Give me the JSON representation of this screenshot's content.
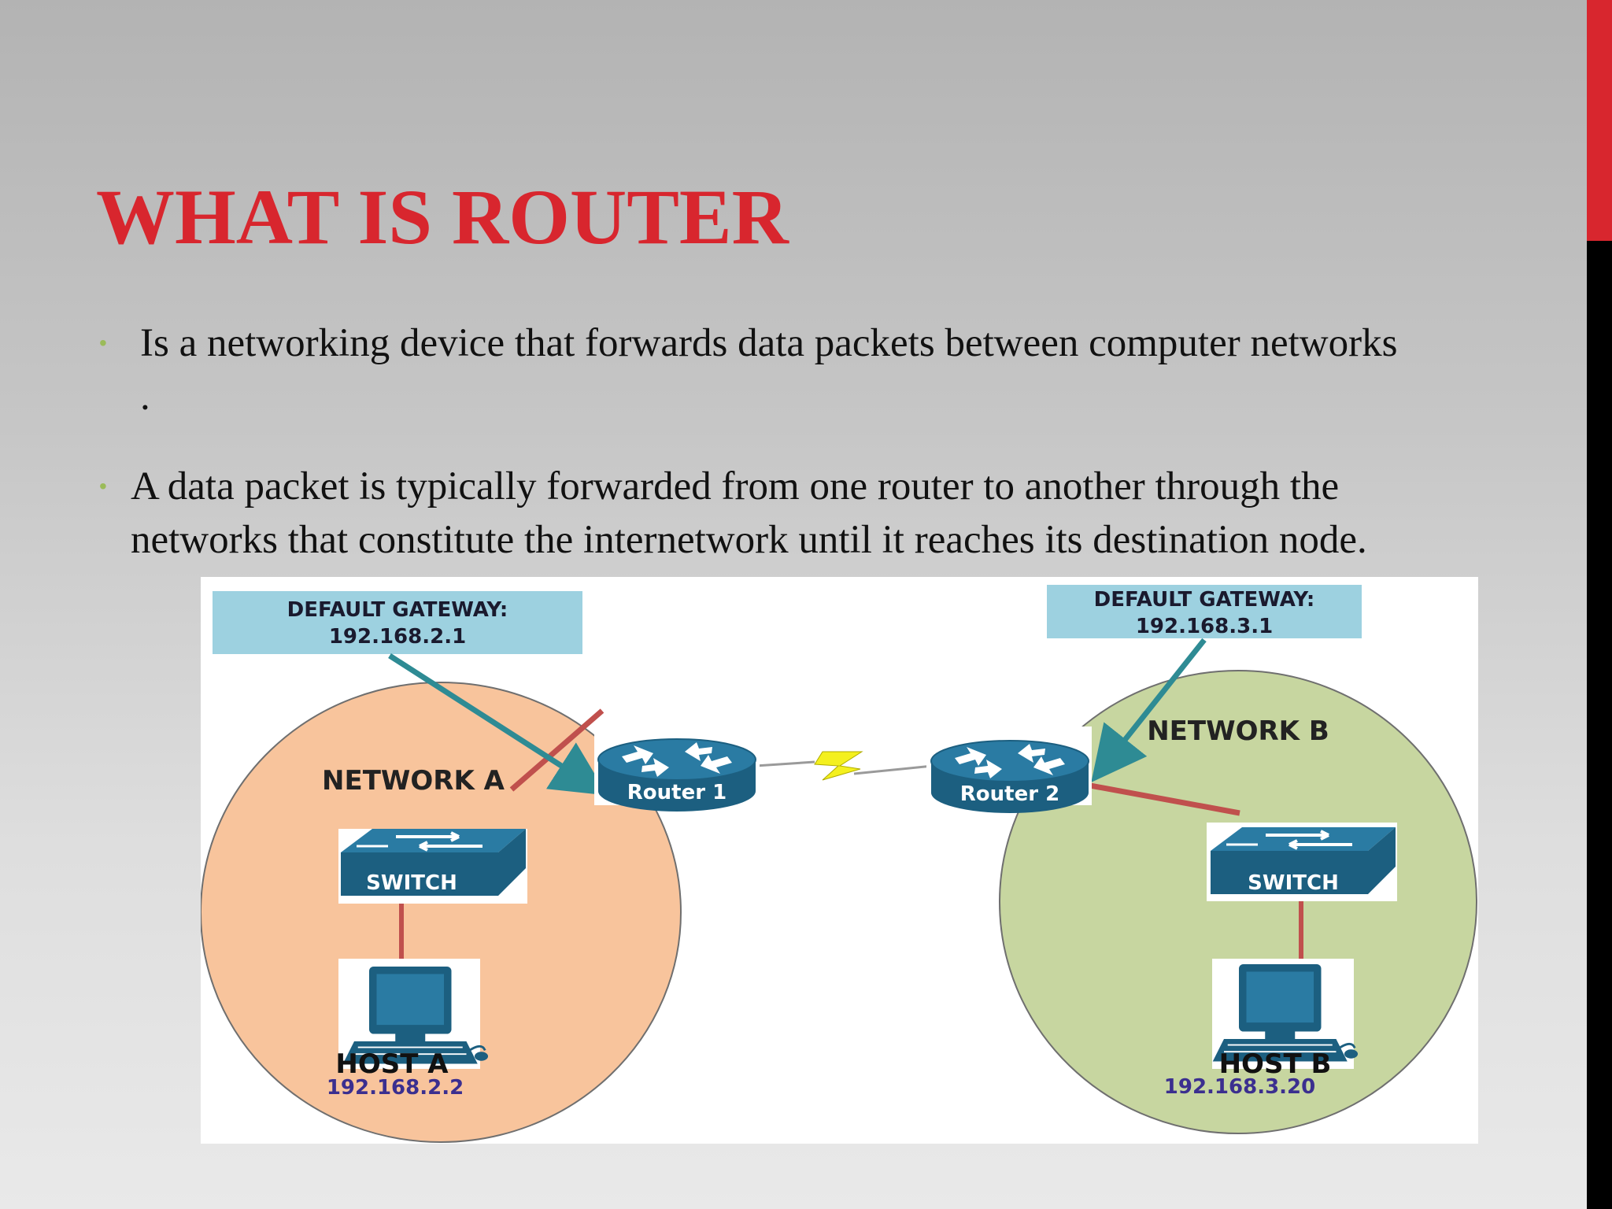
{
  "slide": {
    "title": "WHAT IS ROUTER",
    "bullets": [
      {
        "text": "Is a networking device that forwards data packets between computer networks",
        "continuation": "."
      },
      {
        "text": "A data packet is typically forwarded from one router to another through the networks that constitute the internetwork until it reaches its destination node."
      }
    ],
    "colors": {
      "title": "#d8262e",
      "bullet_marker": "#9bbb59",
      "accent_bar": "#d8262e"
    }
  },
  "diagram": {
    "gateway_a": {
      "label": "DEFAULT GATEWAY:",
      "ip": "192.168.2.1"
    },
    "gateway_b": {
      "label": "DEFAULT GATEWAY:",
      "ip": "192.168.3.1"
    },
    "network_a": {
      "label": "NETWORK A",
      "color": "#f8c49c"
    },
    "network_b": {
      "label": "NETWORK B",
      "color": "#c7d6a0"
    },
    "router_1": {
      "label": "Router 1"
    },
    "router_2": {
      "label": "Router 2"
    },
    "switch_a": {
      "label": "SWITCH"
    },
    "switch_b": {
      "label": "SWITCH"
    },
    "host_a": {
      "label": "HOST A",
      "ip": "192.168.2.2"
    },
    "host_b": {
      "label": "HOST B",
      "ip": "192.168.3.20"
    },
    "icons": [
      "router-icon",
      "switch-icon",
      "computer-icon",
      "serial-link-icon"
    ]
  }
}
